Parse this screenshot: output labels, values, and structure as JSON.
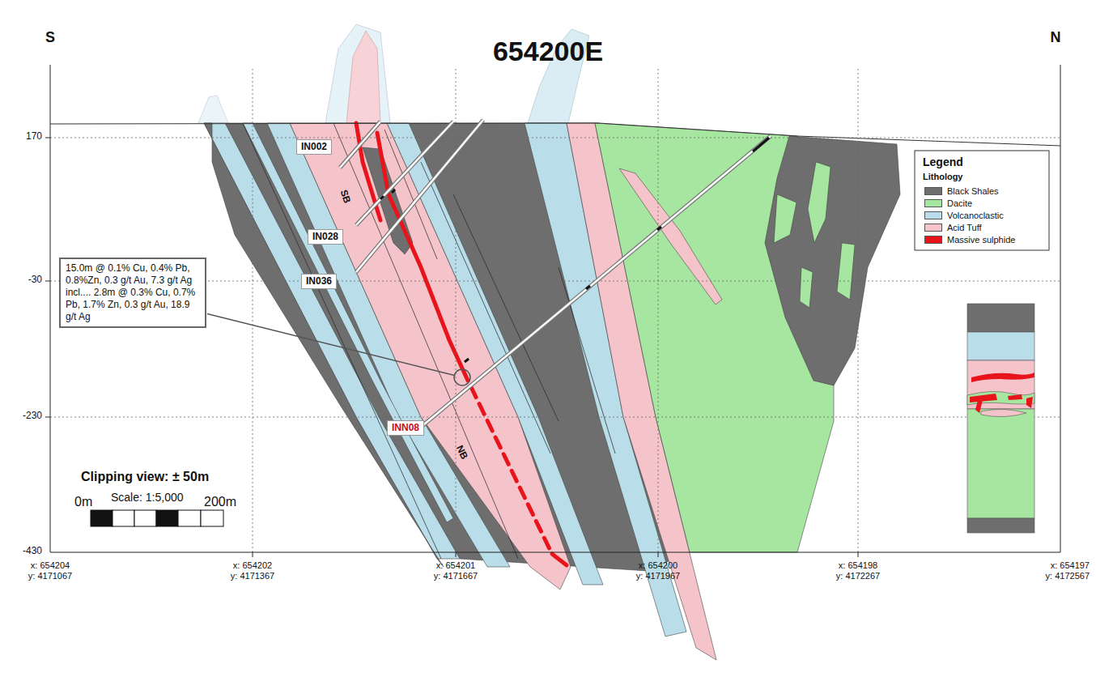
{
  "diagram": {
    "title": "654200E",
    "nodes": [
      {
        "text": [
          "IN002"
        ]
      },
      {
        "text": [
          "IN028"
        ]
      },
      {
        "text": [
          "15.0m @ 0.1% Cu, 0.4% Pb, 0.8%Zn, 0.3 g/t Au, 7.3 g/t Ag incl.... 2.8m @ 0.3% Cu, 0.7% Pb, 1.7% Zn, 0.3 g/t Au, 18.9 g/t Ag"
        ]
      },
      {
        "text": [
          "IN036"
        ]
      },
      {
        "text": [
          "INN08"
        ]
      }
    ],
    "labels": [
      "S",
      "N",
      "170",
      "-30",
      "-230",
      "-430",
      "Legend",
      "Lithology",
      "SB",
      "NB",
      "Clipping view: ± 50m",
      "Scale: 1:5,000",
      "0m",
      "200m",
      "x: 654204",
      "y: 4171067",
      "x: 654202",
      "y: 4171367",
      "x: 654201",
      "y: 4171667",
      "x: 654200",
      "y: 4171967",
      "x: 654198",
      "y: 4172267",
      "x: 654197",
      "y: 4172567"
    ],
    "legend": [
      {
        "text": "Black Shales",
        "color": "#6e6e6e"
      },
      {
        "text": "Dacite",
        "color": "#a6e6a0"
      },
      {
        "text": "Volcanoclastic",
        "color": "#b9dde9"
      },
      {
        "text": "Acid Tuff",
        "color": "#f5c4cb"
      },
      {
        "text": "Massive sulphide",
        "color": "#e8141c"
      }
    ]
  }
}
